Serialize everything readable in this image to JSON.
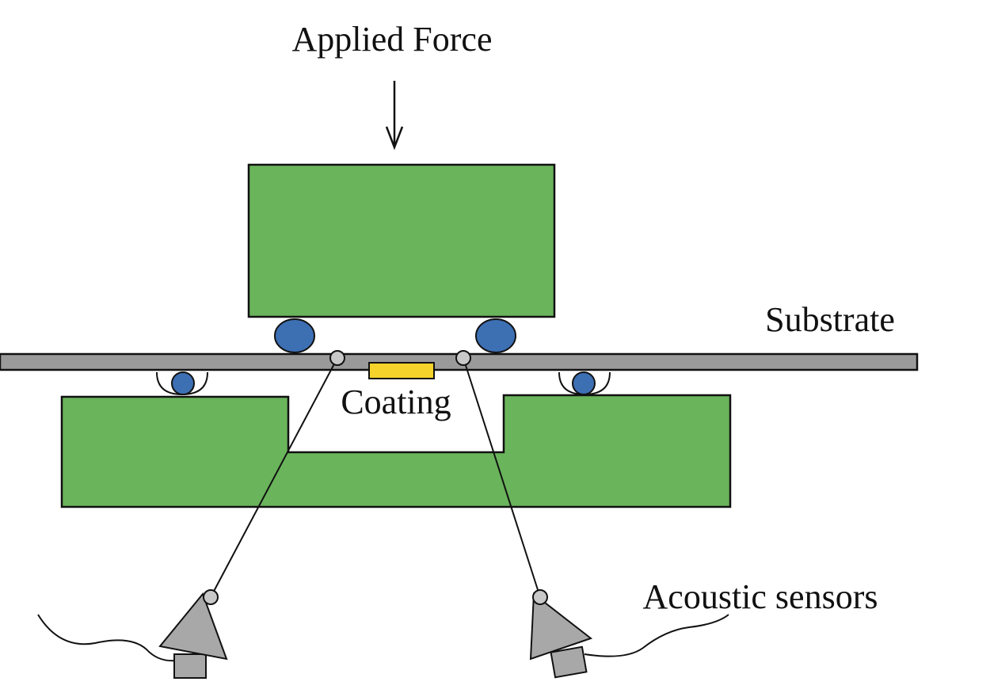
{
  "labels": {
    "applied_force": "Applied Force",
    "substrate": "Substrate",
    "coating": "Coating",
    "acoustic_sensors": "Acoustic sensors"
  },
  "colors": {
    "block_green": "#6ab45c",
    "roller_blue": "#3d6fb3",
    "substrate_gray": "#9a9a9a",
    "coating_yellow": "#f5d32a",
    "sensor_gray": "#a8a8a8"
  }
}
